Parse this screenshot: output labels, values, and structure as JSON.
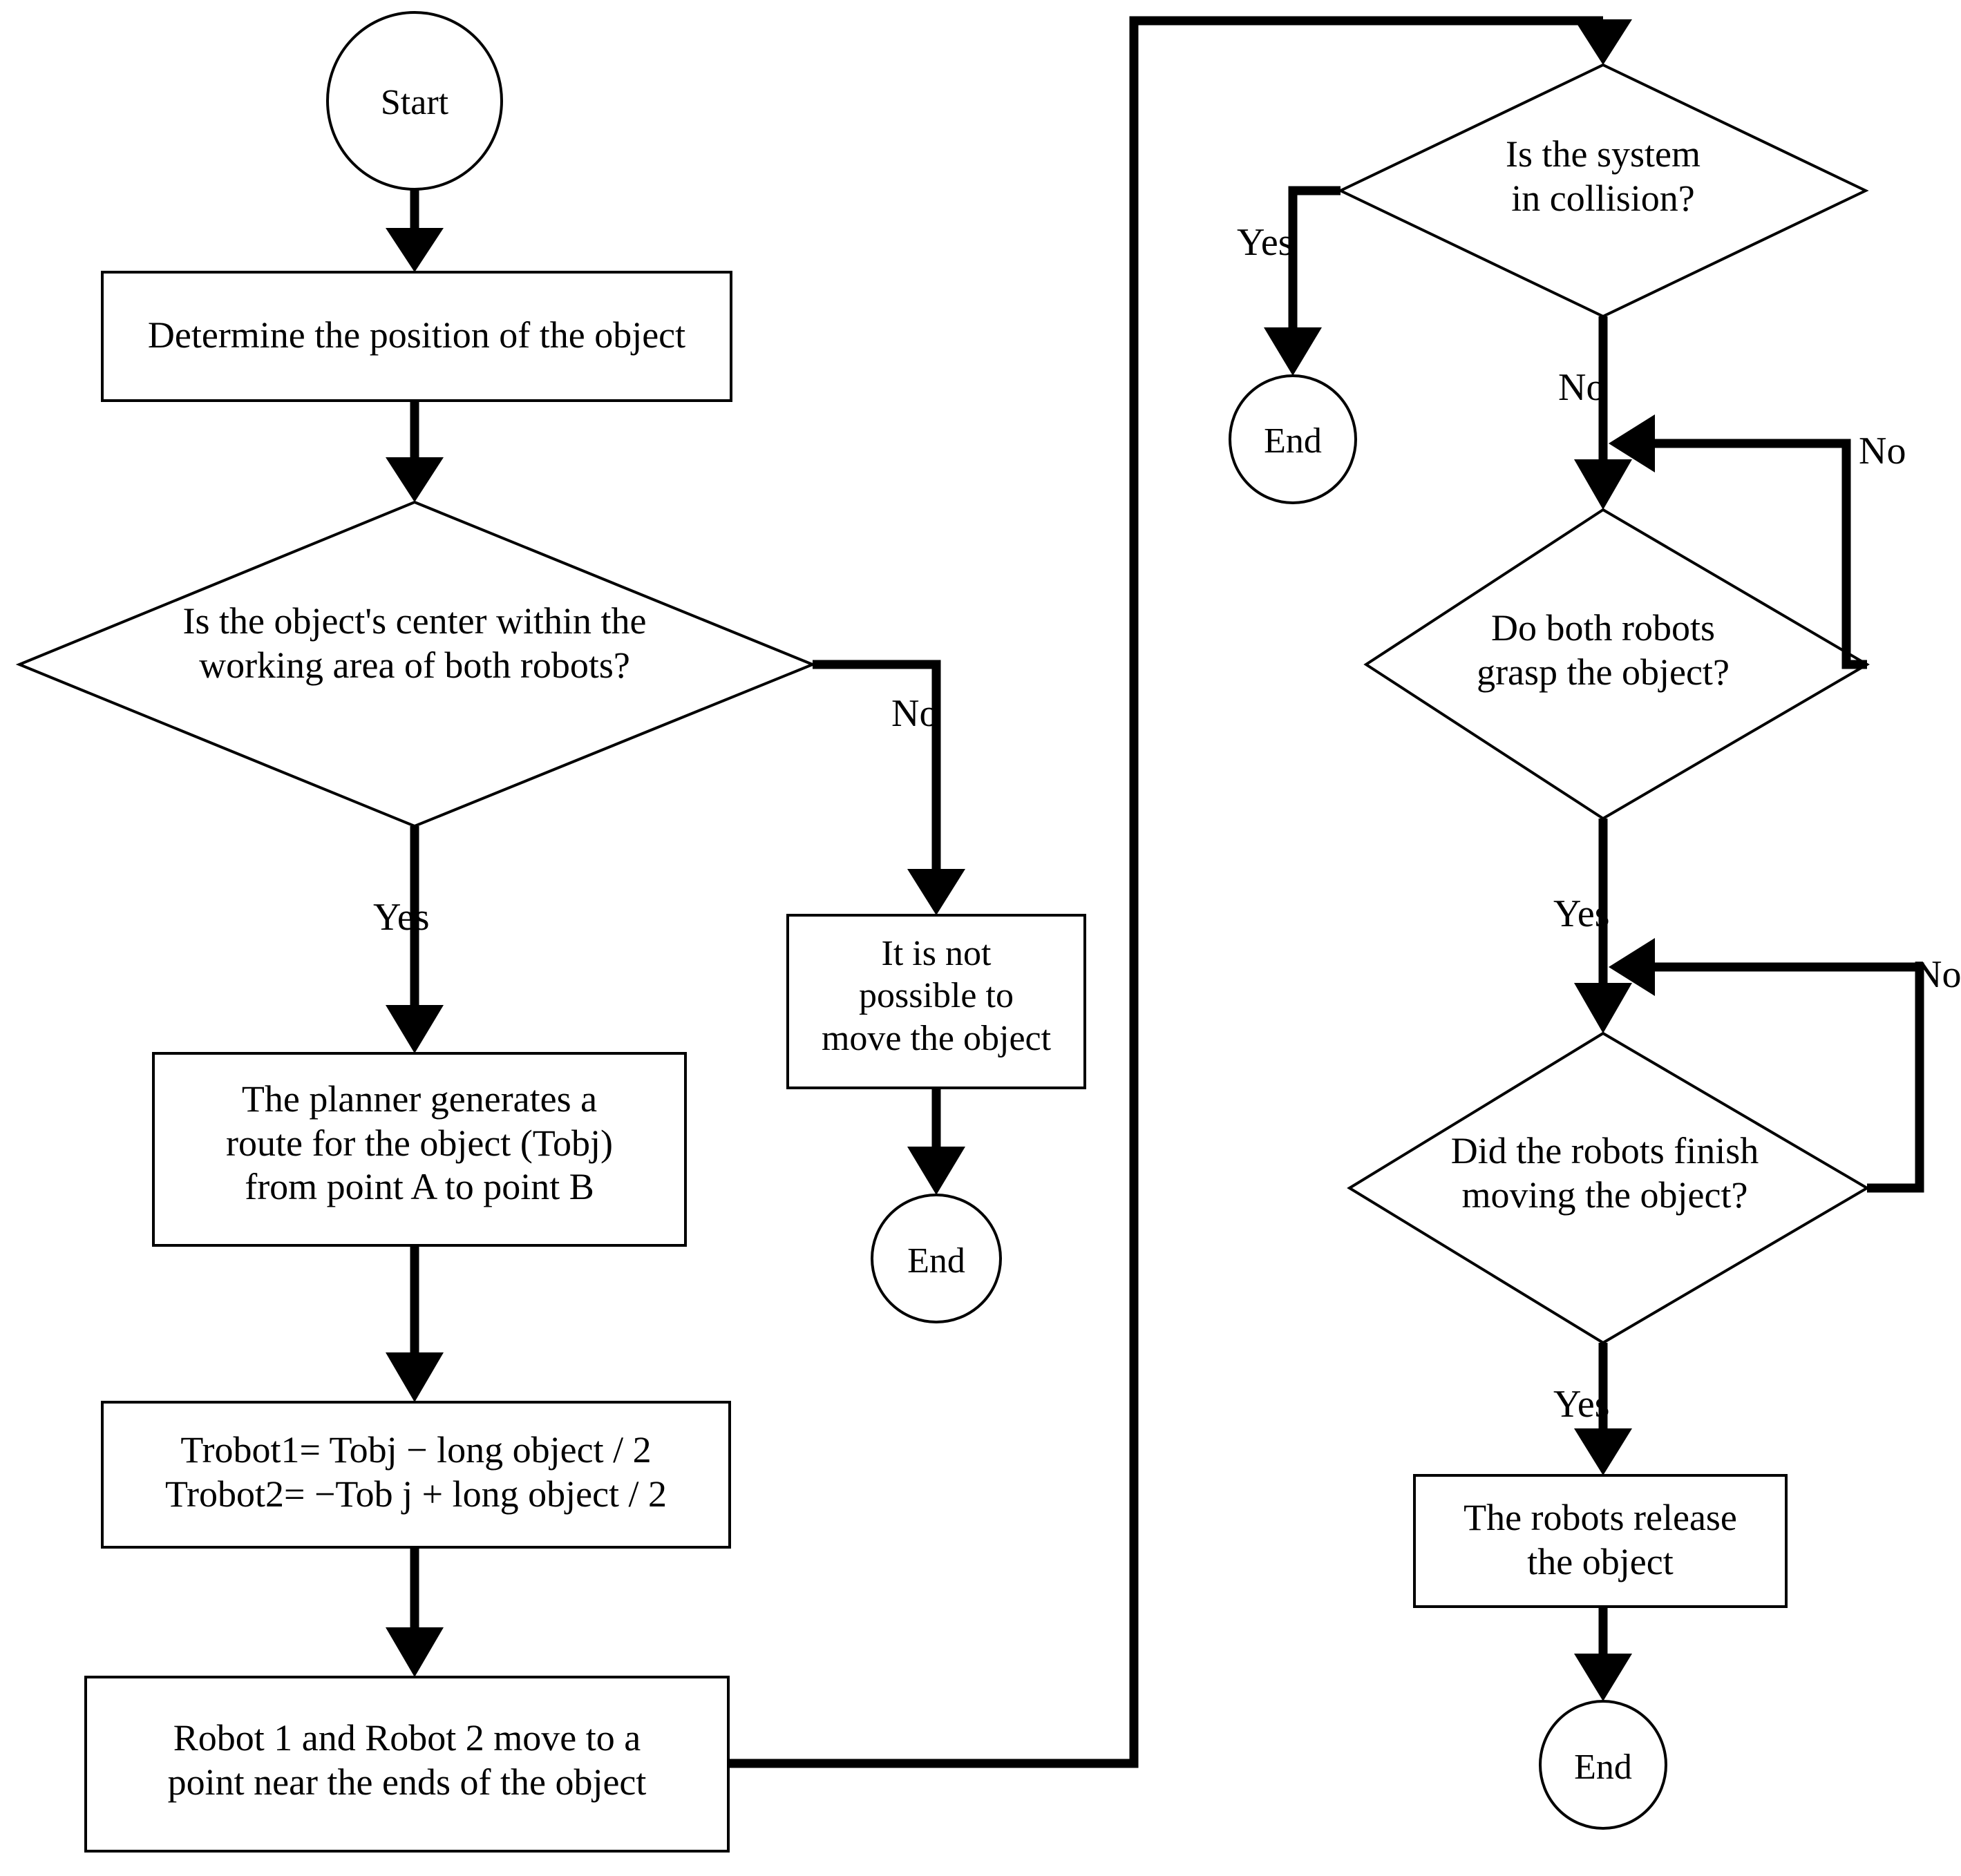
{
  "diagram": {
    "title": "Dual-robot object transport flowchart",
    "colors": {
      "stroke": "#000000",
      "fill": "#ffffff",
      "text": "#000000"
    },
    "nodes": {
      "start": {
        "label": "Start",
        "type": "terminator"
      },
      "determine_position": {
        "label": "Determine the position of the object",
        "type": "process"
      },
      "center_within_area": {
        "label": "Is the object's center within the\nworking area of both robots?",
        "type": "decision"
      },
      "not_possible": {
        "label": "It is not\npossible to\nmove the object",
        "type": "process"
      },
      "end_not_possible": {
        "label": "End",
        "type": "terminator"
      },
      "planner_route": {
        "label": "The planner generates a\nroute for the object (Tobj)\nfrom point A to point B",
        "type": "process"
      },
      "trobot_equations": {
        "label": "Trobot1= Tobj − long object / 2\nTrobot2= −Tob j + long object / 2",
        "type": "process"
      },
      "robots_move_near_ends": {
        "label": "Robot 1 and Robot 2 move to a\npoint near the ends of the object",
        "type": "process"
      },
      "system_in_collision": {
        "label": "Is the system\nin collision?",
        "type": "decision"
      },
      "end_collision": {
        "label": "End",
        "type": "terminator"
      },
      "both_robots_grasp": {
        "label": "Do both robots\ngrasp the object?",
        "type": "decision"
      },
      "robots_finish_moving": {
        "label": "Did the robots finish\nmoving the object?",
        "type": "decision"
      },
      "robots_release": {
        "label": "The robots release\nthe object",
        "type": "process"
      },
      "end_success": {
        "label": "End",
        "type": "terminator"
      }
    },
    "edge_labels": {
      "center_no": "No",
      "center_yes": "Yes",
      "collision_yes": "Yes",
      "collision_no": "No",
      "grasp_no": "No",
      "grasp_yes": "Yes",
      "finish_no": "No",
      "finish_yes": "Yes"
    }
  }
}
